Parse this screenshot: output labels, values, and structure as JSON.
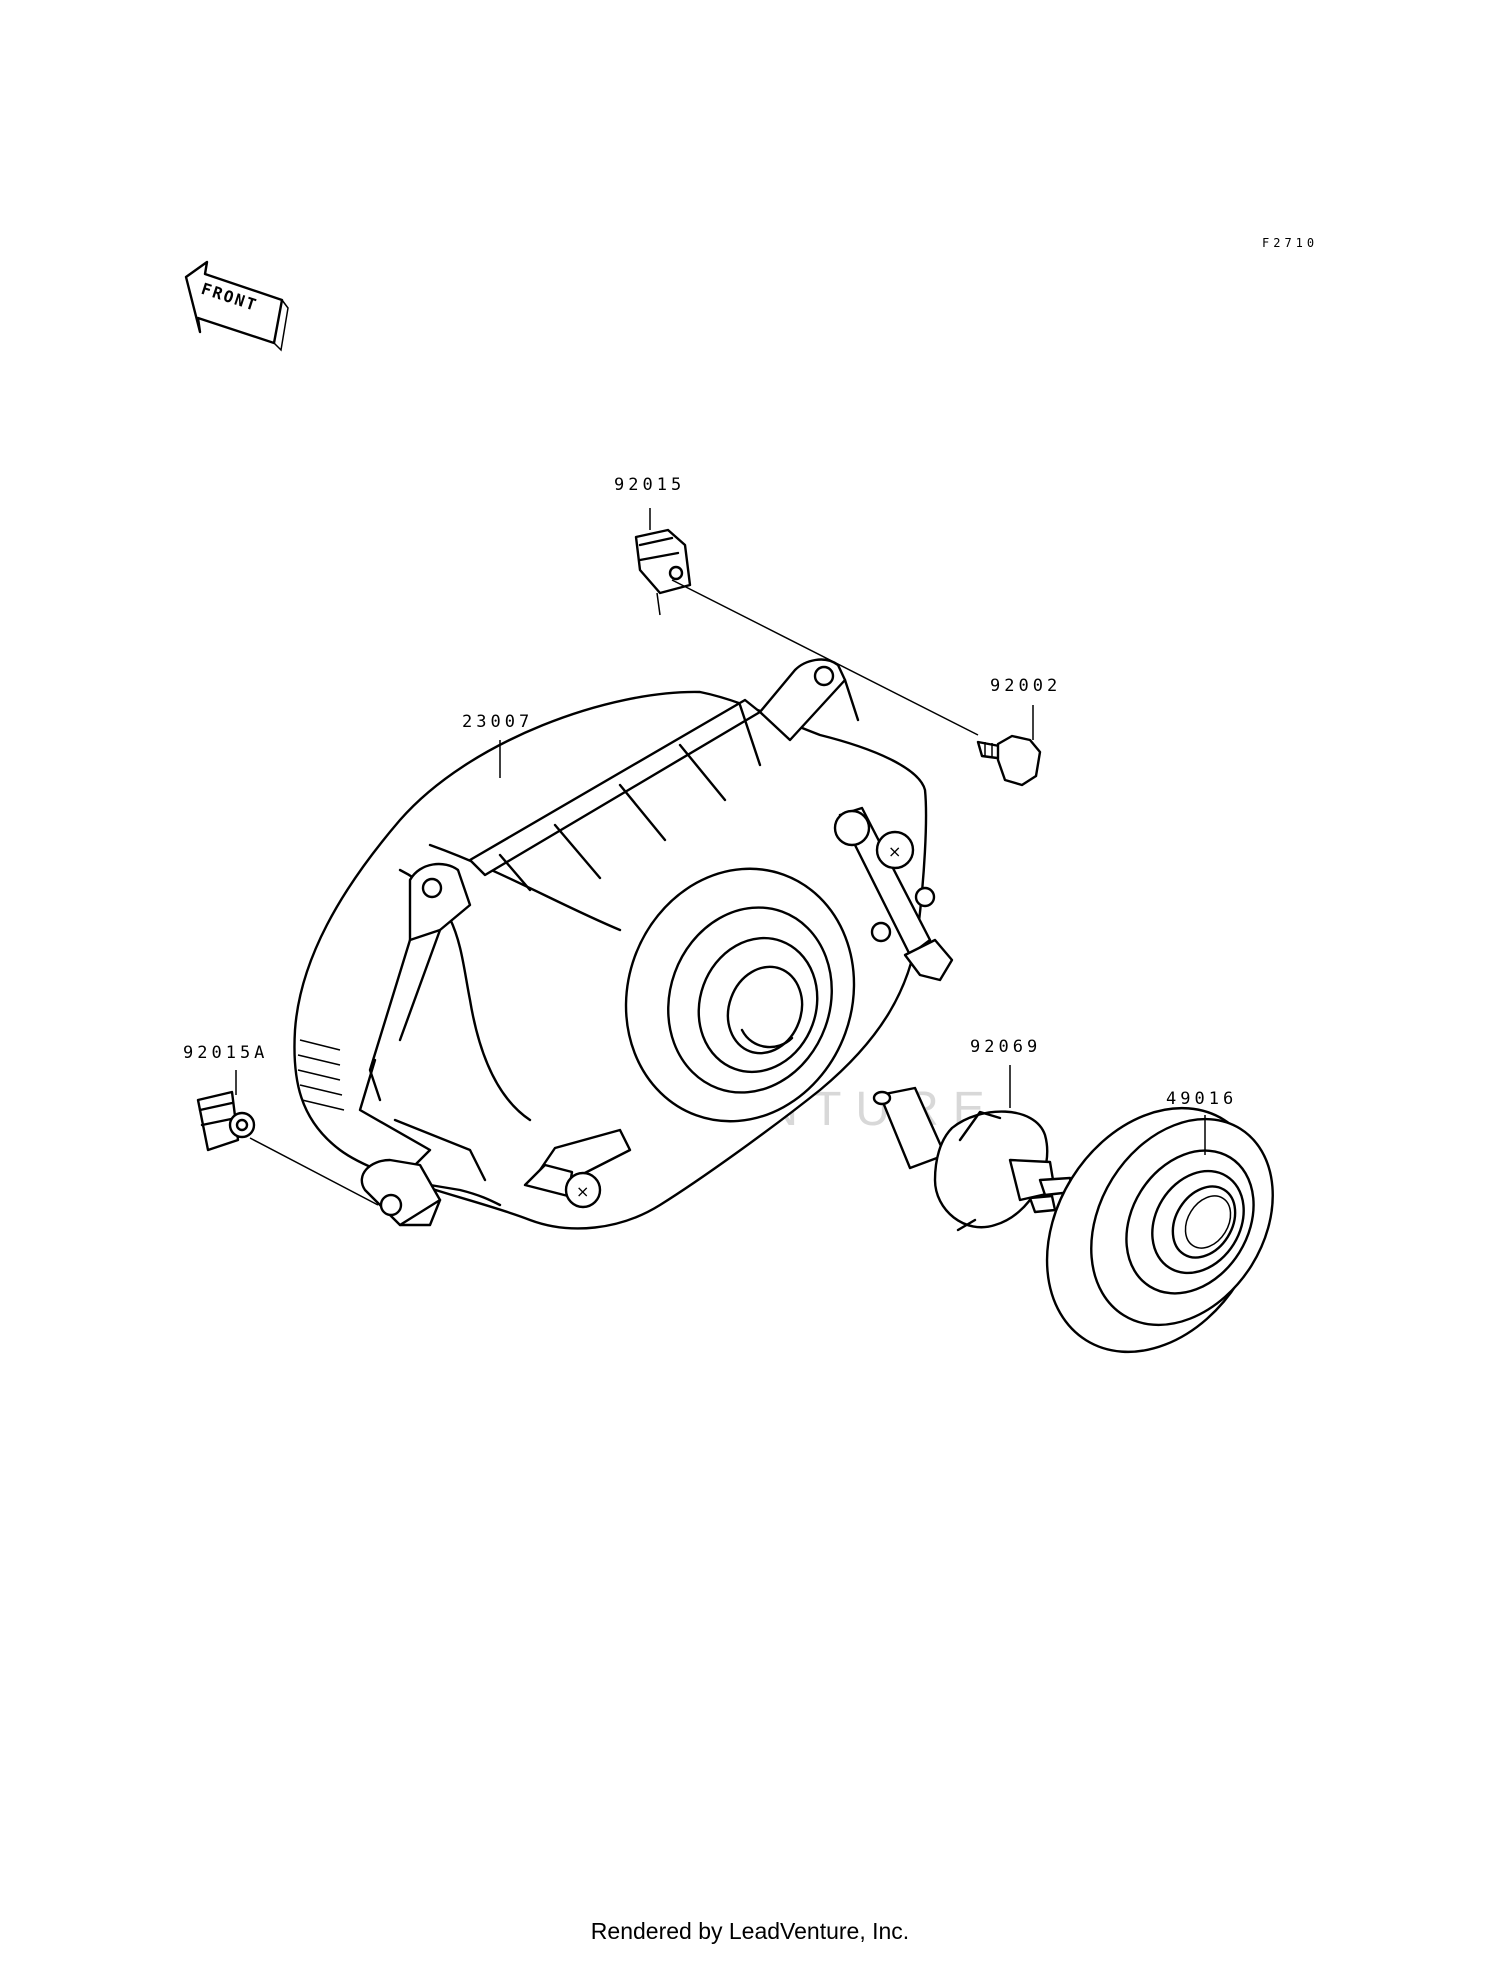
{
  "figure_code": "F2710",
  "front_marker": "FRONT",
  "watermark": "LEADVENTURE",
  "parts": [
    {
      "id": "92015",
      "label": "92015"
    },
    {
      "id": "92002",
      "label": "92002"
    },
    {
      "id": "23007",
      "label": "23007"
    },
    {
      "id": "92015A",
      "label": "92015A"
    },
    {
      "id": "92069",
      "label": "92069"
    },
    {
      "id": "49016",
      "label": "49016"
    }
  ],
  "footer": "Rendered by LeadVenture, Inc."
}
